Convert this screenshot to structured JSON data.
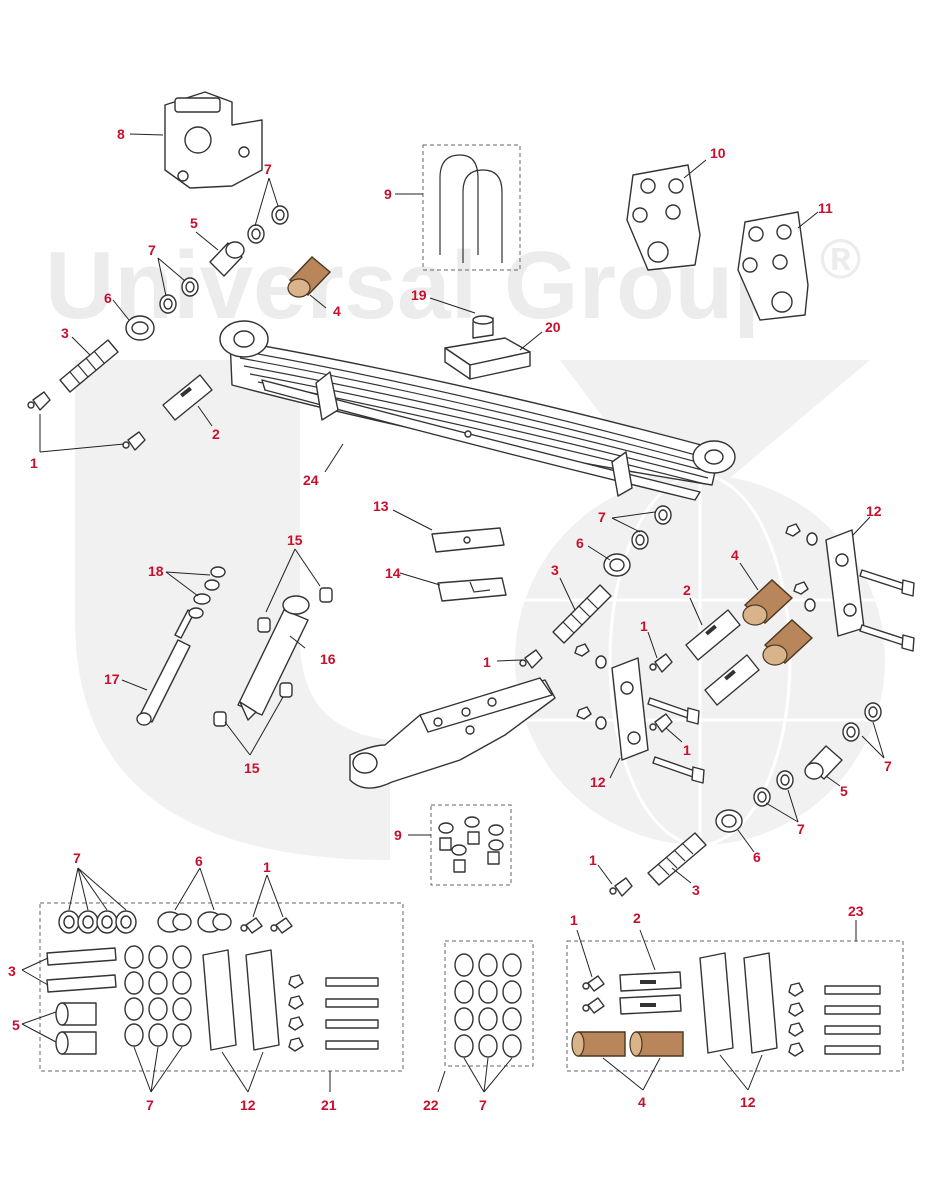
{
  "watermark": {
    "text": "Universal Group",
    "registered_mark": "®"
  },
  "colors": {
    "label": "#c8102e",
    "bronze_bushing": "#b8865a",
    "outline": "#333333",
    "watermark": "#ececec"
  },
  "labels": {
    "l1a": "1",
    "l1b": "1",
    "l1c": "1",
    "l1d": "1",
    "l1e": "1",
    "l1f": "1",
    "l1g": "1",
    "l2a": "2",
    "l2b": "2",
    "l2c": "2",
    "l3a": "3",
    "l3b": "3",
    "l3c": "3",
    "l3d": "3",
    "l4a": "4",
    "l4b": "4",
    "l4c": "4",
    "l5a": "5",
    "l5b": "5",
    "l5c": "5",
    "l6a": "6",
    "l6b": "6",
    "l6c": "6",
    "l6d": "6",
    "l7a": "7",
    "l7b": "7",
    "l7c": "7",
    "l7d": "7",
    "l7e": "7",
    "l7f": "7",
    "l7g": "7",
    "l7h": "7",
    "l8": "8",
    "l9a": "9",
    "l9b": "9",
    "l10": "10",
    "l11": "11",
    "l12a": "12",
    "l12b": "12",
    "l12c": "12",
    "l12d": "12",
    "l13": "13",
    "l14": "14",
    "l15a": "15",
    "l15b": "15",
    "l16": "16",
    "l17": "17",
    "l18": "18",
    "l19": "19",
    "l20": "20",
    "l21": "21",
    "l22": "22",
    "l23": "23",
    "l24": "24"
  }
}
